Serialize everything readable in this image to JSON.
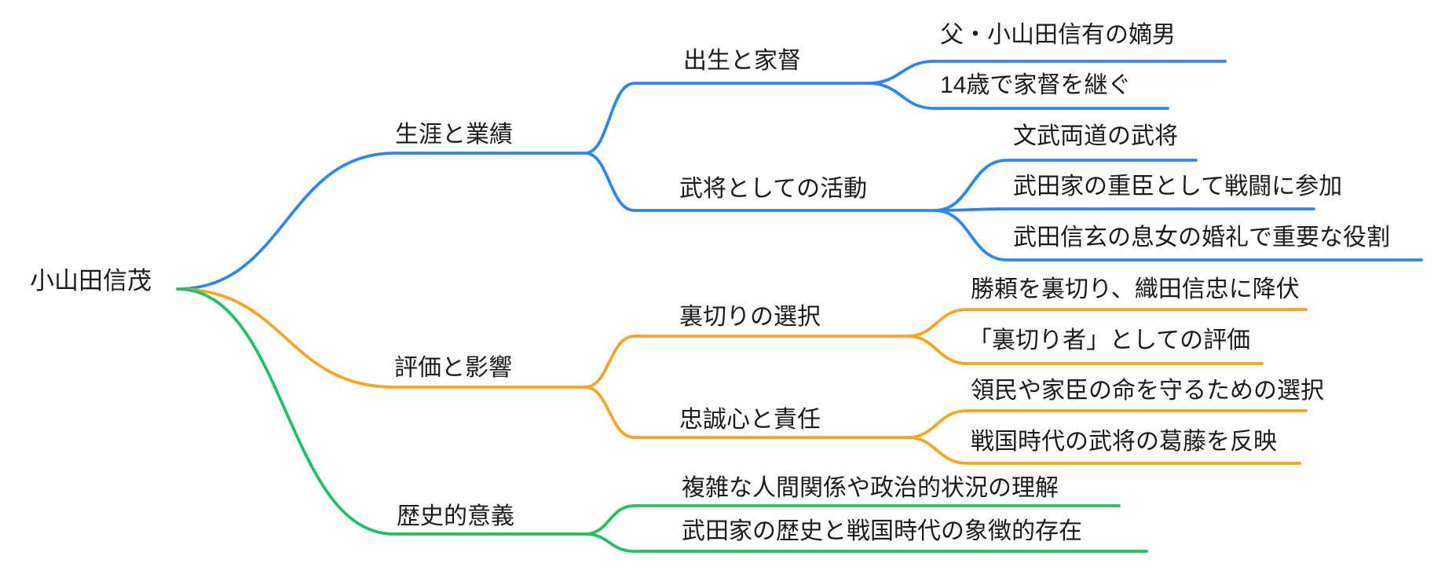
{
  "mindmap": {
    "root": {
      "label": "小山田信茂"
    },
    "branches": [
      {
        "label": "生涯と業績",
        "color": "#2e87f0",
        "children": [
          {
            "label": "出生と家督",
            "children": [
              {
                "label": "父・小山田信有の嫡男"
              },
              {
                "label": "14歳で家督を継ぐ"
              }
            ]
          },
          {
            "label": "武将としての活動",
            "children": [
              {
                "label": "文武両道の武将"
              },
              {
                "label": "武田家の重臣として戦闘に参加"
              },
              {
                "label": "武田信玄の息女の婚礼で重要な役割"
              }
            ]
          }
        ]
      },
      {
        "label": "評価と影響",
        "color": "#f5a623",
        "children": [
          {
            "label": "裏切りの選択",
            "children": [
              {
                "label": "勝頼を裏切り、織田信忠に降伏"
              },
              {
                "label": "「裏切り者」としての評価"
              }
            ]
          },
          {
            "label": "忠誠心と責任",
            "children": [
              {
                "label": "領民や家臣の命を守るための選択"
              },
              {
                "label": "戦国時代の武将の葛藤を反映"
              }
            ]
          }
        ]
      },
      {
        "label": "歴史的意義",
        "color": "#22bf66",
        "children": [
          {
            "label": "複雑な人間関係や政治的状況の理解"
          },
          {
            "label": "武田家の歴史と戦国時代の象徴的存在"
          }
        ]
      }
    ]
  },
  "colors": {
    "text": "#1b1b1b",
    "background": "#ffffff"
  }
}
